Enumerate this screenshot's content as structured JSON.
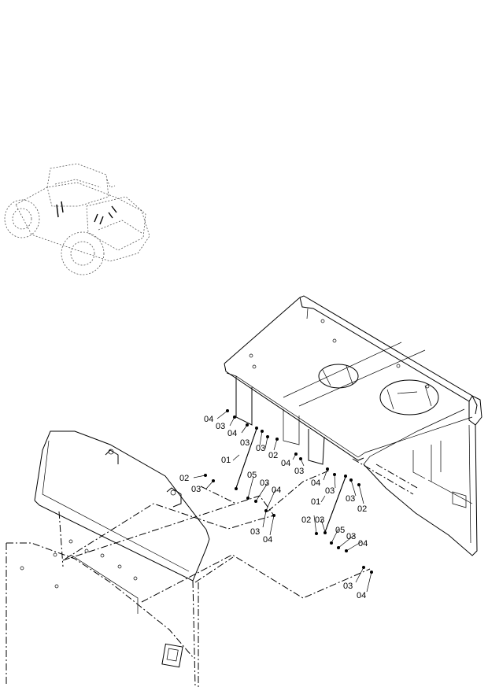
{
  "diagram": {
    "callouts": [
      {
        "id": "c1",
        "text": "04"
      },
      {
        "id": "c2",
        "text": "03"
      },
      {
        "id": "c3",
        "text": "04"
      },
      {
        "id": "c4",
        "text": "03"
      },
      {
        "id": "c5",
        "text": "03"
      },
      {
        "id": "c6",
        "text": "02"
      },
      {
        "id": "c7",
        "text": "04"
      },
      {
        "id": "c8",
        "text": "03"
      },
      {
        "id": "c9",
        "text": "01"
      },
      {
        "id": "c10",
        "text": "02"
      },
      {
        "id": "c11",
        "text": "03"
      },
      {
        "id": "c12",
        "text": "05"
      },
      {
        "id": "c13",
        "text": "03"
      },
      {
        "id": "c14",
        "text": "04"
      },
      {
        "id": "c15",
        "text": "03"
      },
      {
        "id": "c16",
        "text": "04"
      },
      {
        "id": "c17",
        "text": "04"
      },
      {
        "id": "c18",
        "text": "03"
      },
      {
        "id": "c19",
        "text": "03"
      },
      {
        "id": "c20",
        "text": "02"
      },
      {
        "id": "c21",
        "text": "01"
      },
      {
        "id": "c22",
        "text": "02"
      },
      {
        "id": "c23",
        "text": "03"
      },
      {
        "id": "c24",
        "text": "05"
      },
      {
        "id": "c25",
        "text": "03"
      },
      {
        "id": "c26",
        "text": "04"
      },
      {
        "id": "c27",
        "text": "03"
      },
      {
        "id": "c28",
        "text": "04"
      }
    ]
  }
}
